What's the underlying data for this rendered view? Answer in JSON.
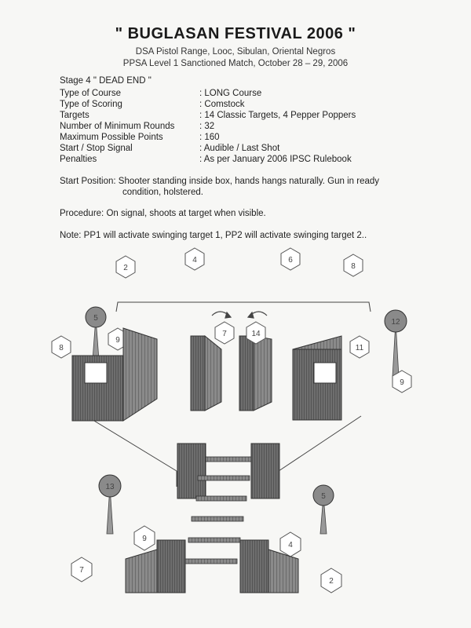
{
  "header": {
    "title": "\" BUGLASAN FESTIVAL  2006 \"",
    "venue": "DSA Pistol Range, Looc, Sibulan, Oriental Negros",
    "match": "PPSA Level 1 Sanctioned Match, October 28 – 29, 2006"
  },
  "stage": {
    "title": "Stage 4 \" DEAD END \"",
    "specs": [
      {
        "label": "Type of Course",
        "value": ": LONG Course"
      },
      {
        "label": "Type of Scoring",
        "value": ": Comstock"
      },
      {
        "label": "Targets",
        "value": ": 14 Classic Targets, 4 Pepper Poppers"
      },
      {
        "label": "Number of Minimum Rounds",
        "value": ": 32"
      },
      {
        "label": "Maximum Possible Points",
        "value": ": 160"
      },
      {
        "label": "Start / Stop Signal",
        "value": ": Audible / Last Shot"
      },
      {
        "label": "Penalties",
        "value": ": As per January 2006 IPSC Rulebook"
      }
    ]
  },
  "start_position": {
    "line1": "Start Position: Shooter standing inside box, hands hangs naturally. Gun in ready",
    "line2": "condition, holstered."
  },
  "procedure": "Procedure: On signal, shoots at target when visible.",
  "note": "Note: PP1 will activate swinging target 1, PP2 will activate swinging target 2..",
  "diagram": {
    "labels": {
      "t_top_2": "2",
      "t_top_4": "4",
      "t_top_6": "6",
      "t_top_8": "8",
      "t_left": "8",
      "t_left_sub": "9",
      "pp_left": "5",
      "t_mid": "7",
      "t_mid_r": "14",
      "t_right": "11",
      "pp_right": "12",
      "t_right_low": "9",
      "pp_bottom_left": "13",
      "pp_bottom_right": "5",
      "t_bottom_left": "9",
      "t_bottom_right": "4",
      "t_corner_left": "7",
      "t_corner_right": "2"
    }
  }
}
